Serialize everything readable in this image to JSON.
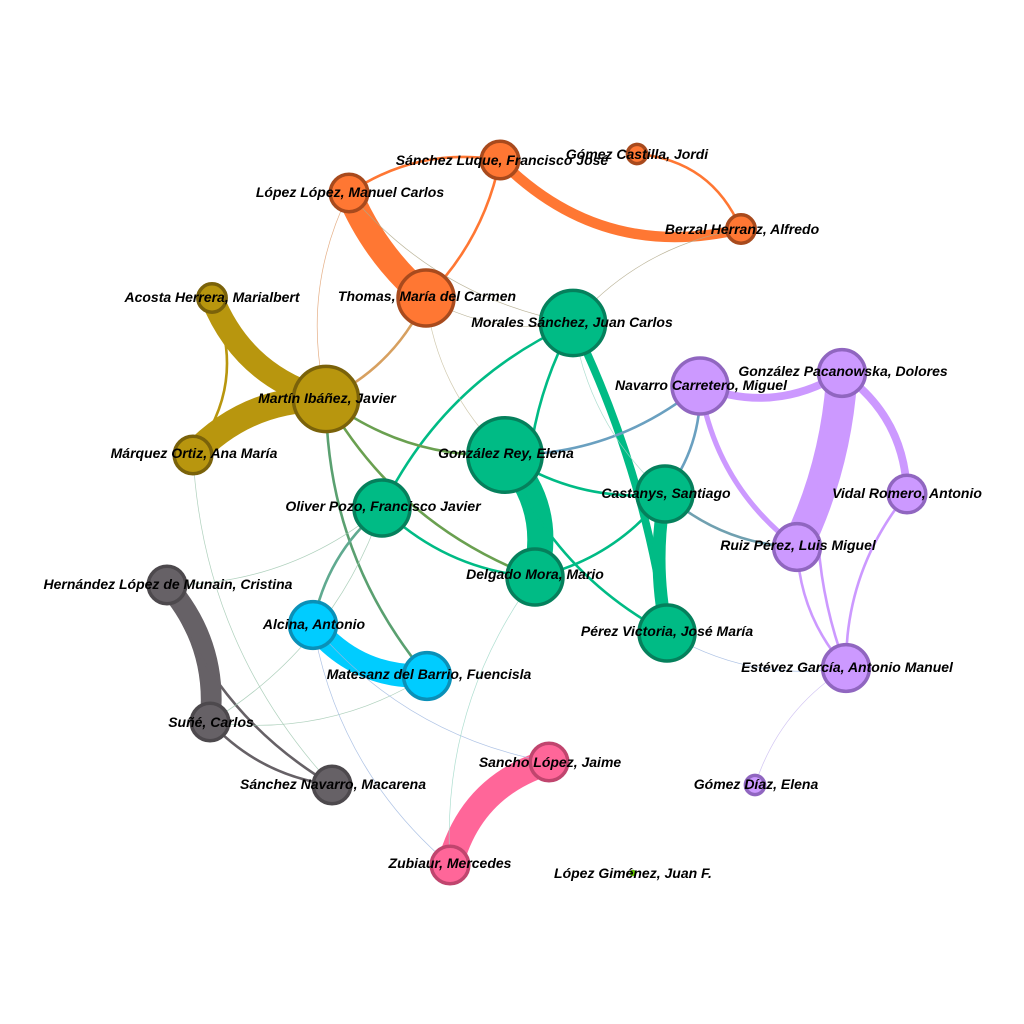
{
  "graph": {
    "nodes": [
      {
        "id": "sanchez_luque",
        "label": "Sánchez Luque, Francisco José",
        "group": "orange",
        "size": 3
      },
      {
        "id": "gomez_castilla",
        "label": "Gómez Castilla, Jordi",
        "group": "orange",
        "size": 1
      },
      {
        "id": "lopez_lopez",
        "label": "López López, Manuel Carlos",
        "group": "orange",
        "size": 3
      },
      {
        "id": "berzal",
        "label": "Berzal Herranz, Alfredo",
        "group": "orange",
        "size": 2
      },
      {
        "id": "thomas",
        "label": "Thomas, María del Carmen",
        "group": "orange",
        "size": 5
      },
      {
        "id": "acosta",
        "label": "Acosta Herrera, Marialbert",
        "group": "olive",
        "size": 2
      },
      {
        "id": "martin",
        "label": "Martín Ibáñez, Javier",
        "group": "olive",
        "size": 6
      },
      {
        "id": "marquez",
        "label": "Márquez Ortiz, Ana María",
        "group": "olive",
        "size": 3
      },
      {
        "id": "morales",
        "label": "Morales Sánchez, Juan Carlos",
        "group": "green",
        "size": 6
      },
      {
        "id": "gonzalez_rey",
        "label": "González Rey, Elena",
        "group": "green",
        "size": 7
      },
      {
        "id": "oliver",
        "label": "Oliver Pozo, Francisco Javier",
        "group": "green",
        "size": 5
      },
      {
        "id": "castanys",
        "label": "Castanys, Santiago",
        "group": "green",
        "size": 5
      },
      {
        "id": "delgado",
        "label": "Delgado Mora, Mario",
        "group": "green",
        "size": 5
      },
      {
        "id": "perez_victoria",
        "label": "Pérez Victoria, José María",
        "group": "green",
        "size": 5
      },
      {
        "id": "navarro",
        "label": "Navarro Carretero, Miguel",
        "group": "lilac",
        "size": 5
      },
      {
        "id": "gonzalez_pacanowska",
        "label": "González Pacanowska, Dolores",
        "group": "lilac",
        "size": 4
      },
      {
        "id": "vidal",
        "label": "Vidal Romero, Antonio",
        "group": "lilac",
        "size": 3
      },
      {
        "id": "ruiz",
        "label": "Ruiz Pérez, Luis Miguel",
        "group": "lilac",
        "size": 4
      },
      {
        "id": "estevez",
        "label": "Estévez García, Antonio Manuel",
        "group": "lilac",
        "size": 4
      },
      {
        "id": "gomez_diaz",
        "label": "Gómez Díaz, Elena",
        "group": "lilac",
        "size": 1
      },
      {
        "id": "hernandez",
        "label": "Hernández López de Munain, Cristina",
        "group": "gray",
        "size": 3
      },
      {
        "id": "sune",
        "label": "Suñé, Carlos",
        "group": "gray",
        "size": 3
      },
      {
        "id": "sanchez_navarro",
        "label": "Sánchez Navarro, Macarena",
        "group": "gray",
        "size": 3
      },
      {
        "id": "alcina",
        "label": "Alcina, Antonio",
        "group": "cyan",
        "size": 4
      },
      {
        "id": "matesanz",
        "label": "Matesanz del Barrio, Fuencisla",
        "group": "cyan",
        "size": 4
      },
      {
        "id": "sancho",
        "label": "Sancho López, Jaime",
        "group": "pink",
        "size": 3
      },
      {
        "id": "zubiaur",
        "label": "Zubiaur, Mercedes",
        "group": "pink",
        "size": 3
      },
      {
        "id": "lopez_gimenez",
        "label": "López Giménez, Juan F.",
        "group": "lime",
        "size": 0
      }
    ],
    "edges": [
      {
        "source": "lopez_lopez",
        "target": "thomas",
        "weight": 10,
        "color": "#ff7733"
      },
      {
        "source": "sanchez_luque",
        "target": "berzal",
        "weight": 4,
        "color": "#ff7733"
      },
      {
        "source": "sanchez_luque",
        "target": "lopez_lopez",
        "weight": 1,
        "color": "#ff7733"
      },
      {
        "source": "sanchez_luque",
        "target": "thomas",
        "weight": 1,
        "color": "#ff7733"
      },
      {
        "source": "gomez_castilla",
        "target": "berzal",
        "weight": 1,
        "color": "#ff7733"
      },
      {
        "source": "acosta",
        "target": "martin",
        "weight": 9,
        "color": "#b8960e"
      },
      {
        "source": "martin",
        "target": "marquez",
        "weight": 10,
        "color": "#b8960e"
      },
      {
        "source": "acosta",
        "target": "marquez",
        "weight": 1,
        "color": "#b8960e"
      },
      {
        "source": "gonzalez_rey",
        "target": "delgado",
        "weight": 10,
        "color": "#00bb85"
      },
      {
        "source": "morales",
        "target": "perez_victoria",
        "weight": 3,
        "color": "#00bb85"
      },
      {
        "source": "castanys",
        "target": "perez_victoria",
        "weight": 5,
        "color": "#00bb85"
      },
      {
        "source": "morales",
        "target": "oliver",
        "weight": 1,
        "color": "#00bb85"
      },
      {
        "source": "morales",
        "target": "delgado",
        "weight": 1,
        "color": "#00bb85"
      },
      {
        "source": "gonzalez_rey",
        "target": "castanys",
        "weight": 1,
        "color": "#00bb85"
      },
      {
        "source": "gonzalez_rey",
        "target": "perez_victoria",
        "weight": 1,
        "color": "#00bb85"
      },
      {
        "source": "delgado",
        "target": "castanys",
        "weight": 1,
        "color": "#00bb85"
      },
      {
        "source": "oliver",
        "target": "delgado",
        "weight": 1,
        "color": "#00bb85"
      },
      {
        "source": "gonzalez_pacanowska",
        "target": "ruiz",
        "weight": 12,
        "color": "#cc99ff"
      },
      {
        "source": "navarro",
        "target": "gonzalez_pacanowska",
        "weight": 3,
        "color": "#cc99ff"
      },
      {
        "source": "gonzalez_pacanowska",
        "target": "vidal",
        "weight": 3,
        "color": "#cc99ff"
      },
      {
        "source": "navarro",
        "target": "ruiz",
        "weight": 2,
        "color": "#cc99ff"
      },
      {
        "source": "ruiz",
        "target": "estevez",
        "weight": 1,
        "color": "#cc99ff"
      },
      {
        "source": "gonzalez_pacanowska",
        "target": "estevez",
        "weight": 1,
        "color": "#cc99ff"
      },
      {
        "source": "vidal",
        "target": "estevez",
        "weight": 1,
        "color": "#cc99ff"
      },
      {
        "source": "hernandez",
        "target": "sune",
        "weight": 8,
        "color": "#666166"
      },
      {
        "source": "hernandez",
        "target": "sanchez_navarro",
        "weight": 1,
        "color": "#666166"
      },
      {
        "source": "sune",
        "target": "sanchez_navarro",
        "weight": 1,
        "color": "#666166"
      },
      {
        "source": "alcina",
        "target": "matesanz",
        "weight": 9,
        "color": "#00ccff"
      },
      {
        "source": "sancho",
        "target": "zubiaur",
        "weight": 10,
        "color": "#ff6699"
      },
      {
        "source": "martin",
        "target": "thomas",
        "weight": 1,
        "color": "#d7a060"
      },
      {
        "source": "martin",
        "target": "gonzalez_rey",
        "weight": 1,
        "color": "#6aa050"
      },
      {
        "source": "martin",
        "target": "delgado",
        "weight": 1,
        "color": "#6aa050"
      },
      {
        "source": "martin",
        "target": "matesanz",
        "weight": 1,
        "color": "#5aa070"
      },
      {
        "source": "oliver",
        "target": "alcina",
        "weight": 1,
        "color": "#60aa90"
      },
      {
        "source": "gonzalez_rey",
        "target": "navarro",
        "weight": 1,
        "color": "#6aa0c0"
      },
      {
        "source": "castanys",
        "target": "navarro",
        "weight": 1,
        "color": "#6aa0c0"
      },
      {
        "source": "castanys",
        "target": "ruiz",
        "weight": 1,
        "color": "#70a0b0"
      },
      {
        "source": "thomas",
        "target": "morales",
        "weight": 0.5,
        "color": "#b0a888"
      },
      {
        "source": "lopez_lopez",
        "target": "morales",
        "weight": 0.5,
        "color": "#b0a888"
      },
      {
        "source": "berzal",
        "target": "morales",
        "weight": 0.5,
        "color": "#b0a888"
      },
      {
        "source": "lopez_lopez",
        "target": "martin",
        "weight": 0.5,
        "color": "#e0a070"
      },
      {
        "source": "marquez",
        "target": "sanchez_navarro",
        "weight": 0.5,
        "color": "#a0c8b0"
      },
      {
        "source": "hernandez",
        "target": "oliver",
        "weight": 0.5,
        "color": "#a0c8b0"
      },
      {
        "source": "sune",
        "target": "oliver",
        "weight": 0.5,
        "color": "#a0c8b0"
      },
      {
        "source": "sune",
        "target": "matesanz",
        "weight": 0.5,
        "color": "#a0c8b0"
      },
      {
        "source": "alcina",
        "target": "sancho",
        "weight": 0.5,
        "color": "#a0b8e0"
      },
      {
        "source": "alcina",
        "target": "zubiaur",
        "weight": 0.5,
        "color": "#a0b8e0"
      },
      {
        "source": "perez_victoria",
        "target": "estevez",
        "weight": 0.5,
        "color": "#a0b8e0"
      },
      {
        "source": "estevez",
        "target": "gomez_diaz",
        "weight": 0.5,
        "color": "#c8b8f0"
      },
      {
        "source": "morales",
        "target": "castanys",
        "weight": 0.5,
        "color": "#a0d8c8"
      },
      {
        "source": "thomas",
        "target": "gonzalez_rey",
        "weight": 0.5,
        "color": "#c8c0a0"
      },
      {
        "source": "delgado",
        "target": "zubiaur",
        "weight": 0.5,
        "color": "#a0d8c8"
      }
    ]
  },
  "colors": {
    "orange": "#ff7733",
    "olive": "#b8960e",
    "green": "#00bb85",
    "lilac": "#cc99ff",
    "gray": "#666166",
    "cyan": "#00ccff",
    "pink": "#ff6699",
    "lime": "#66cc00"
  }
}
